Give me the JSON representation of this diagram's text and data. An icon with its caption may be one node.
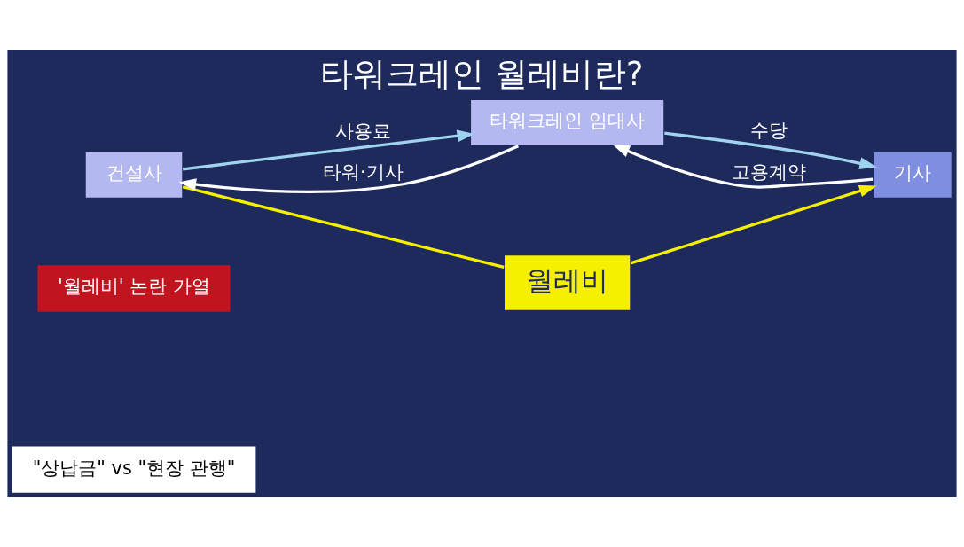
{
  "diagram": {
    "title": "타워크레인 월레비란?",
    "nodes": [
      {
        "text": [
          "건설사"
        ]
      },
      {
        "text": [
          "타워크레인 임대사"
        ]
      },
      {
        "text": [
          "기사"
        ]
      },
      {
        "text": [
          "월레비"
        ]
      }
    ],
    "edges": [
      {
        "from": 1,
        "to": 0,
        "arrow": "to",
        "label": "타워·기사",
        "color": "#ffffff"
      },
      {
        "from": 0,
        "to": 1,
        "arrow": "to",
        "label": "사용료",
        "color": "#9fd3ef"
      },
      {
        "from": 2,
        "to": 1,
        "arrow": "to",
        "label": "고용계약",
        "color": "#ffffff"
      },
      {
        "from": 1,
        "to": 2,
        "arrow": "to",
        "label": "수당",
        "color": "#9fd3ef"
      },
      {
        "from": 0,
        "to": 3,
        "arrow": "none",
        "color": "#f5ef00"
      },
      {
        "from": 3,
        "to": 2,
        "arrow": "to",
        "color": "#f5ef00"
      }
    ],
    "labels": [
      "'월레비' 논란 가열",
      "\"상납금\" vs \"현장 관행\""
    ]
  }
}
